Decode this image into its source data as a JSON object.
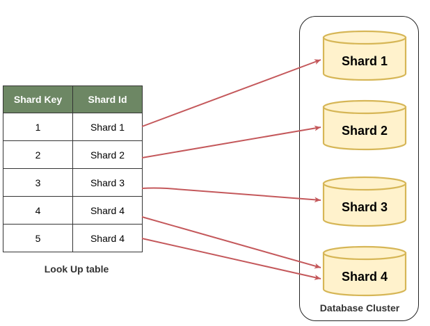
{
  "table": {
    "headers": [
      "Shard Key",
      "Shard Id"
    ],
    "rows": [
      {
        "key": "1",
        "shard": "Shard 1"
      },
      {
        "key": "2",
        "shard": "Shard 2"
      },
      {
        "key": "3",
        "shard": "Shard 3"
      },
      {
        "key": "4",
        "shard": "Shard 4"
      },
      {
        "key": "5",
        "shard": "Shard 4"
      }
    ],
    "caption": "Look Up table",
    "header_color": "#6d8764"
  },
  "cluster": {
    "label": "Database Cluster",
    "shards": [
      "Shard 1",
      "Shard 2",
      "Shard 3",
      "Shard 4"
    ],
    "shard_fill": "#fff2cc",
    "shard_stroke": "#d6b656"
  },
  "mappings": [
    {
      "from_row": "1",
      "to": "Shard 1"
    },
    {
      "from_row": "2",
      "to": "Shard 2"
    },
    {
      "from_row": "3",
      "to": "Shard 3"
    },
    {
      "from_row": "4",
      "to": "Shard 4"
    },
    {
      "from_row": "5",
      "to": "Shard 4"
    }
  ],
  "arrow_color": "#c4585b"
}
